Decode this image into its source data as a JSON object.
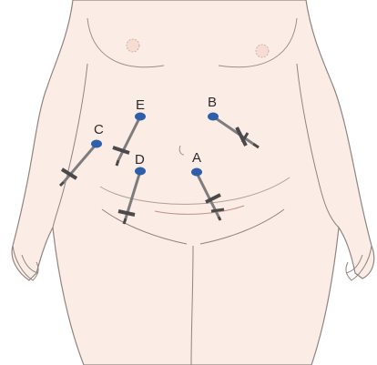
{
  "figure": {
    "colors": {
      "skin": "#fbece5",
      "outline": "#8f8580",
      "port": "#2e5fa8",
      "instrument": "#7d7d7d",
      "instrument_dark": "#4a4a4a"
    },
    "ports": [
      {
        "id": "A",
        "label": "A"
      },
      {
        "id": "B",
        "label": "B"
      },
      {
        "id": "C",
        "label": "C"
      },
      {
        "id": "D",
        "label": "D"
      },
      {
        "id": "E",
        "label": "E"
      }
    ]
  }
}
